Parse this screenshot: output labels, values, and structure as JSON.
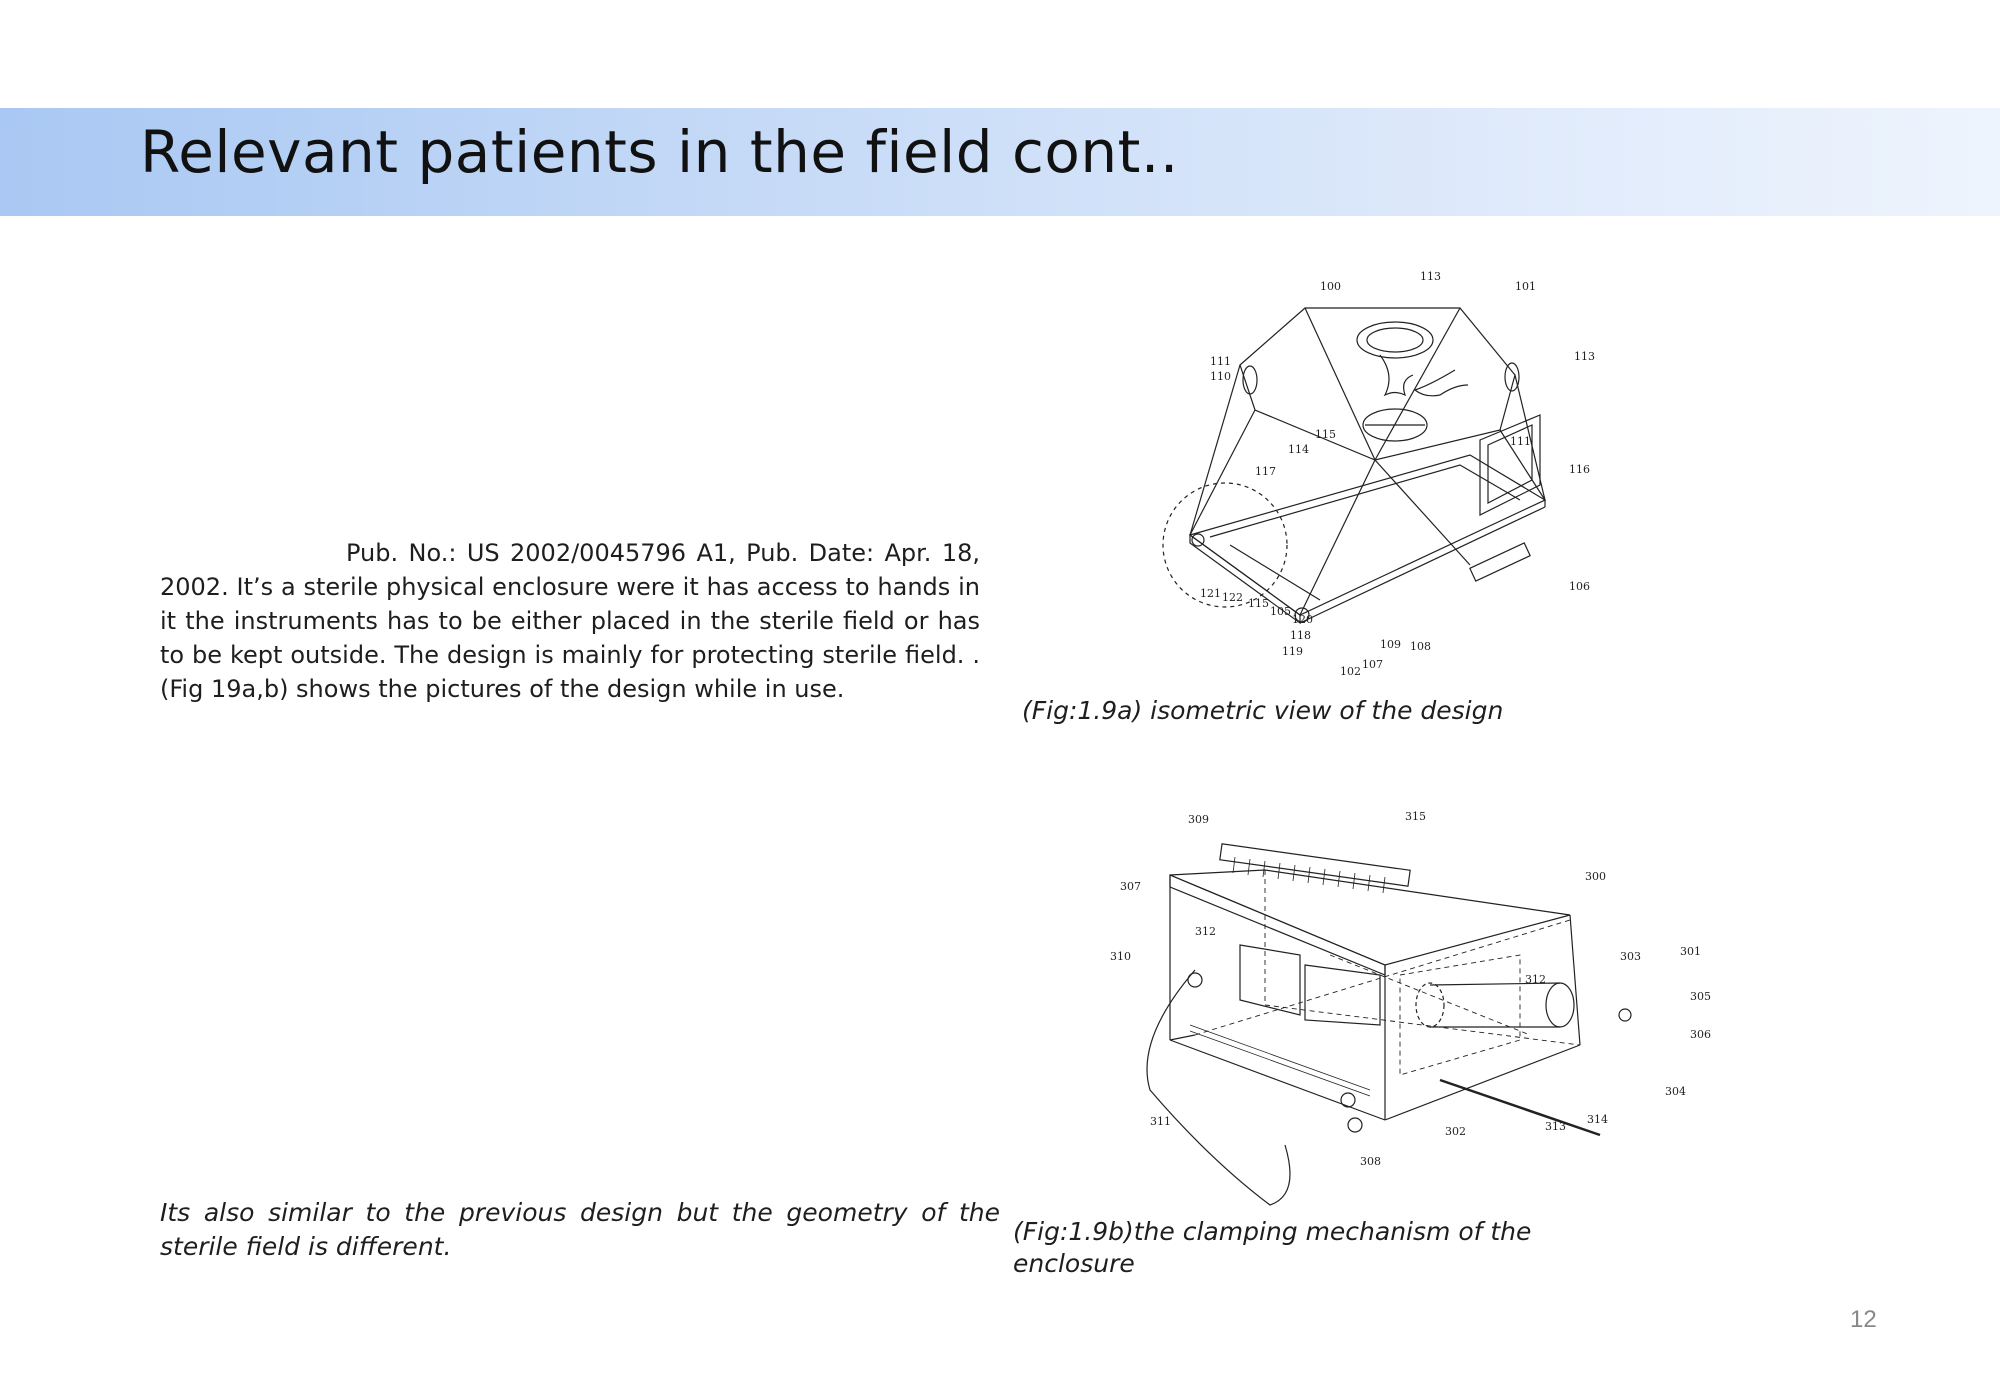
{
  "slide": {
    "title": "Relevant patients in the field cont..",
    "body": "Pub. No.: US 2002/0045796 A1, Pub. Date: Apr. 18, 2002. It’s a sterile physical enclosure were it has access to hands in it the instruments has to be either placed in the sterile field or has to be kept outside. The design is mainly for protecting  sterile field. . (Fig 19a,b) shows the pictures of the design while in use.",
    "note": "Its also similar to the previous design  but the geometry of the sterile field is different.",
    "page_number": "12"
  },
  "figures": {
    "fig_a": {
      "caption": "(Fig:1.9a) isometric view of the design",
      "ref_labels": [
        "100",
        "113",
        "101",
        "111",
        "110",
        "113",
        "115",
        "114",
        "111",
        "116",
        "117",
        "106",
        "121",
        "122",
        "115",
        "105",
        "120",
        "118",
        "119",
        "102",
        "107",
        "109",
        "108"
      ]
    },
    "fig_b": {
      "caption": "(Fig:1.9b)the clamping mechanism of the enclosure",
      "ref_labels": [
        "309",
        "315",
        "300",
        "307",
        "312",
        "303",
        "301",
        "310",
        "312",
        "305",
        "306",
        "304",
        "311",
        "302",
        "313",
        "314",
        "308"
      ]
    }
  },
  "colors": {
    "title_band_start": "#a9c8f3",
    "title_band_end": "#eef4fd",
    "text": "#1e1e1e",
    "page_number": "#888888"
  }
}
